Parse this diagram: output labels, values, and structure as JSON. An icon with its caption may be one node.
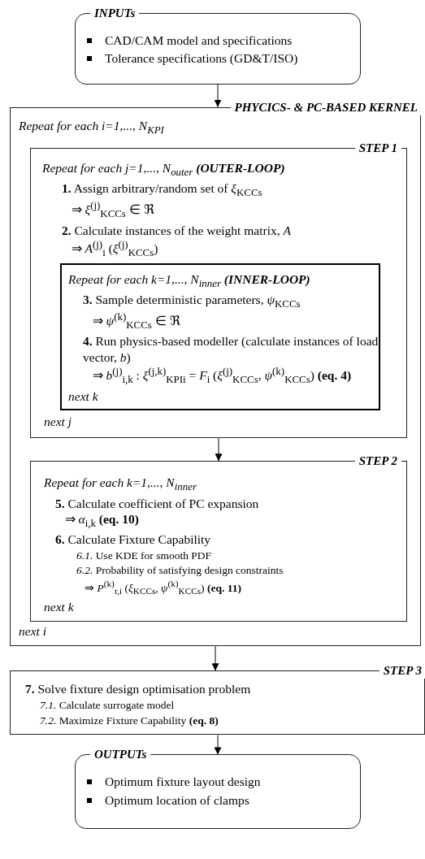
{
  "diagram": {
    "nodes": [
      {
        "text": [
          "INPUTs",
          "CAD/CAM model and specifications",
          "Tolerance specifications (GD&T/ISO)"
        ]
      },
      {
        "text": [
          "PHYCICS- & PC-BASED KERNEL",
          "Repeat for each i=1,..., N$_{KPI}$",
          "next i"
        ]
      },
      {
        "text": [
          "STEP 1",
          "Repeat for each j=1,..., N$_{outer}$ **(OUTER-LOOP)**",
          "**1.** Assign arbitrary/random set of *ξ*$_{KCCs}$ ⇒ *ξ*$^{(j)}$$_{KCCs}$ ∈ ℜ",
          "**2.** Calculate instances of the weight matrix, *A* ⇒ *A*$^{(j)}$$_{i}$ (*ξ*$^{(j)}$$_{KCCs}$)",
          "next j"
        ],
        "in": 1
      },
      {
        "text": [
          "Repeat for each k=1,..., N$_{inner}$ **(INNER-LOOP)**",
          "**3.** Sample deterministic parameters, *ψ*$_{KCCs}$ ⇒ *ψ*$^{(k)}$$_{KCCs}$ ∈ ℜ",
          "**4.** Run physics-based modeller (calculate instances of load vector, *b*) ⇒ *b*$^{(j)}$$_{i,k}$ : *ξ*$^{(j,k)}$$_{KPIi}$ = *F*$_{i}$ (*ξ*$^{(j)}$$_{KCCs}$, *ψ*$^{(k)}$$_{KCCs}$) **(eq. 4)**",
          "next k"
        ],
        "in": 2
      },
      {
        "text": [
          "STEP 2",
          "Repeat for each k=1,..., N$_{inner}$",
          "**5.** Calculate coefficient of PC expansion ⇒ *α*$_{i,k}$ **(eq. 10)**",
          "**6.** Calculate Fixture Capability",
          "*6.1.* Use KDE for smooth PDF",
          "*6.2.* Probability of satisfying design constraints ⇒ *P*$^{(k)}$$_{r,i}$ (*ξ*$_{KCCs}$, *ψ*$^{(k)}$$_{KCCs}$) **(eq. 11)**",
          "next k"
        ],
        "in": 1
      },
      {
        "text": [
          "STEP 3",
          "**7.** Solve fixture design optimisation problem",
          "*7.1.* Calculate surrogate model",
          "*7.2.* Maximize Fixture Capability **(eq. 8)**"
        ]
      },
      {
        "text": [
          "OUTPUTs",
          "Optimum fixture layout design",
          "Optimum location of clamps"
        ]
      }
    ],
    "edges": [
      {
        "from": 0,
        "to": 1,
        "arrow": "to"
      },
      {
        "from": 2,
        "to": 4,
        "arrow": "to"
      },
      {
        "from": 1,
        "to": 5,
        "arrow": "to"
      },
      {
        "from": 5,
        "to": 6,
        "arrow": "to"
      }
    ]
  }
}
